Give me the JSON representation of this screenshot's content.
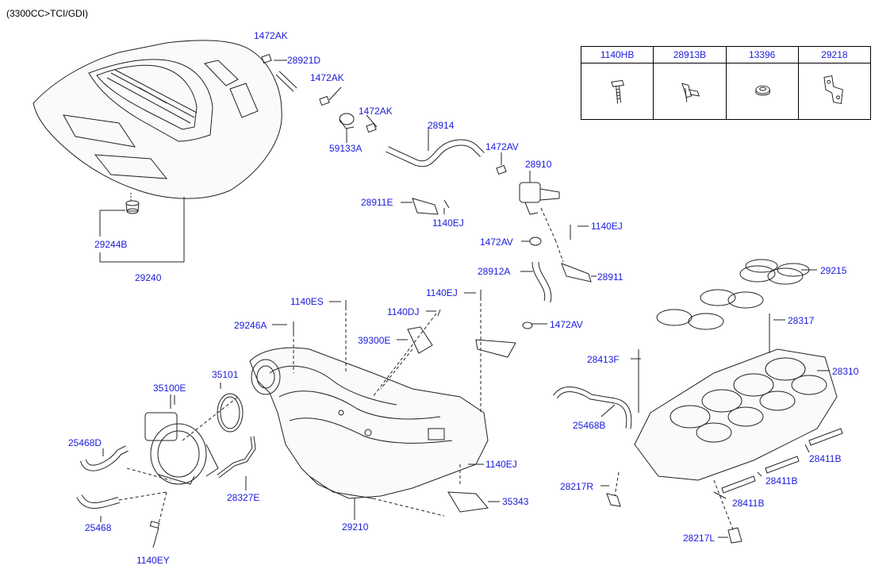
{
  "diagram": {
    "header": "(3300CC>TCI/GDI)",
    "labels": {
      "l1472AK_a": "1472AK",
      "l28921D": "28921D",
      "l1472AK_b": "1472AK",
      "l1472AK_c": "1472AK",
      "l59133A": "59133A",
      "l28914": "28914",
      "l1472AV_a": "1472AV",
      "l28910": "28910",
      "l28911E": "28911E",
      "l1140EJ_a": "1140EJ",
      "l1140EJ_b": "1140EJ",
      "l1472AV_b": "1472AV",
      "l28912A": "28912A",
      "l28911": "28911",
      "l29244B": "29244B",
      "l29240": "29240",
      "l1140ES": "1140ES",
      "l1140EJ_c": "1140EJ",
      "l1140DJ": "1140DJ",
      "l29246A": "29246A",
      "l39300E": "39300E",
      "l1472AV_c": "1472AV",
      "l35101": "35101",
      "l35100E": "35100E",
      "l25468D": "25468D",
      "l28327E": "28327E",
      "l25468": "25468",
      "l1140EY": "1140EY",
      "l29210": "29210",
      "l1140EJ_d": "1140EJ",
      "l35343": "35343",
      "l29215": "29215",
      "l28317": "28317",
      "l28413F": "28413F",
      "l28310": "28310",
      "l25468B": "25468B",
      "l28411B_a": "28411B",
      "l28411B_b": "28411B",
      "l28411B_c": "28411B",
      "l28217R": "28217R",
      "l28217L": "28217L"
    },
    "parts_table": [
      "1140HB",
      "28913B",
      "13396",
      "29218"
    ]
  }
}
